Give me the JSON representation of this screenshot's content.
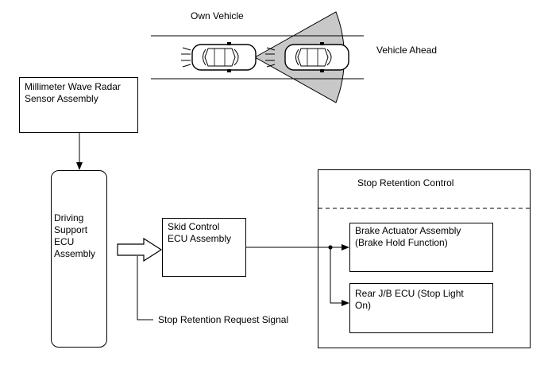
{
  "scene": {
    "own_vehicle_label": "Own Vehicle",
    "vehicle_ahead_label": "Vehicle Ahead"
  },
  "boxes": {
    "radar_sensor": [
      "Millimeter Wave Radar",
      "Sensor Assembly"
    ],
    "driving_support_ecu": [
      "Driving",
      "Support",
      "ECU",
      "Assembly"
    ],
    "skid_control_ecu": [
      "Skid Control",
      "ECU Assembly"
    ],
    "stop_retention_control": "Stop Retention Control",
    "brake_actuator": [
      "Brake Actuator Assembly",
      "(Brake Hold Function)"
    ],
    "rear_jb_ecu": [
      "Rear J/B ECU (Stop Light",
      "On)"
    ]
  },
  "signals": {
    "stop_retention_request": "Stop Retention Request Signal"
  },
  "colors": {
    "radar_beam": "#c8c8c8",
    "line": "#000000"
  }
}
